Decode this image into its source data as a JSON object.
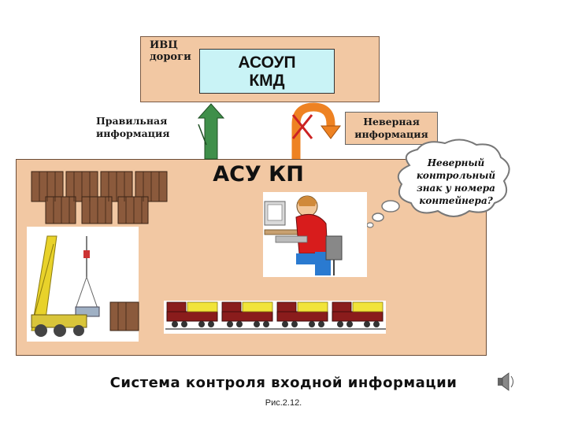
{
  "top_box": {
    "label_lines": [
      "ИВЦ",
      "дороги"
    ],
    "system_lines": [
      "АСОУП",
      "КМД"
    ]
  },
  "main_box": {
    "title": "АСУ КП"
  },
  "correct_info": [
    "Правильная",
    "информация"
  ],
  "wrong_info": [
    "Неверная",
    "информация"
  ],
  "thought_bubble": [
    "Неверный",
    "контрольный",
    "знак у номера",
    "контейнера?"
  ],
  "caption": "Система  контроля  входной  информации",
  "figure_caption": "Рис.2.12.",
  "colors": {
    "frame_fill": "#f2c8a3",
    "system_fill": "#c9f3f6",
    "arrow_green": "#3f8f4a",
    "arrow_orange": "#ee8222",
    "cross_red": "#cc2222"
  },
  "icons": [
    "speaker-icon"
  ]
}
